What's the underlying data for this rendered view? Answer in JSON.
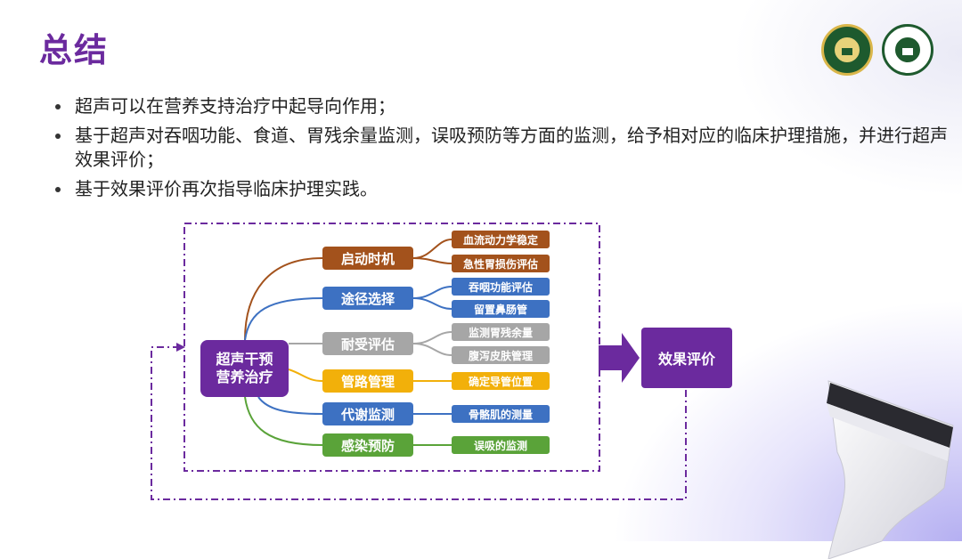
{
  "header": {
    "title": "总结",
    "logos": [
      {
        "name": "hospital-logo-left"
      },
      {
        "name": "hospital-logo-right"
      }
    ]
  },
  "bullets": [
    "超声可以在营养支持治疗中起导向作用；",
    "基于超声对吞咽功能、食道、胃残余量监测，误吸预防等方面的监测，给予相对应的临床护理措施，并进行超声效果评价；",
    "基于效果评价再次指导临床护理实践。"
  ],
  "diagram": {
    "root": [
      "超声干预",
      "营养治疗"
    ],
    "result": "效果评价",
    "branches": [
      {
        "label": "启动时机",
        "color": "#a3521c",
        "children": [
          "血流动力学稳定",
          "急性胃损伤评估"
        ]
      },
      {
        "label": "途径选择",
        "color": "#3d71c2",
        "children": [
          "吞咽功能评估",
          "留置鼻肠管"
        ]
      },
      {
        "label": "耐受评估",
        "color": "#a6a6a6",
        "children": [
          "监测胃残余量",
          "腹泻皮肤管理"
        ]
      },
      {
        "label": "管路管理",
        "color": "#f2b00a",
        "children": [
          "确定导管位置"
        ]
      },
      {
        "label": "代谢监测",
        "color": "#3d71c2",
        "children": [
          "骨骼肌的测量"
        ]
      },
      {
        "label": "感染预防",
        "color": "#5aa339",
        "children": [
          "误吸的监测"
        ]
      }
    ]
  },
  "colors": {
    "accent": "#6b2a9e",
    "dashed_frame": "#6b2a9e"
  }
}
